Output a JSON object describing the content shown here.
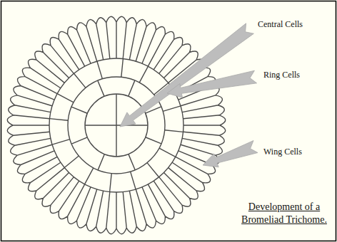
{
  "diagram": {
    "caption": "Development of a Bromeliad Trichome.",
    "labels": [
      "Central Cells",
      "Ring Cells",
      "Wing Cells"
    ]
  }
}
